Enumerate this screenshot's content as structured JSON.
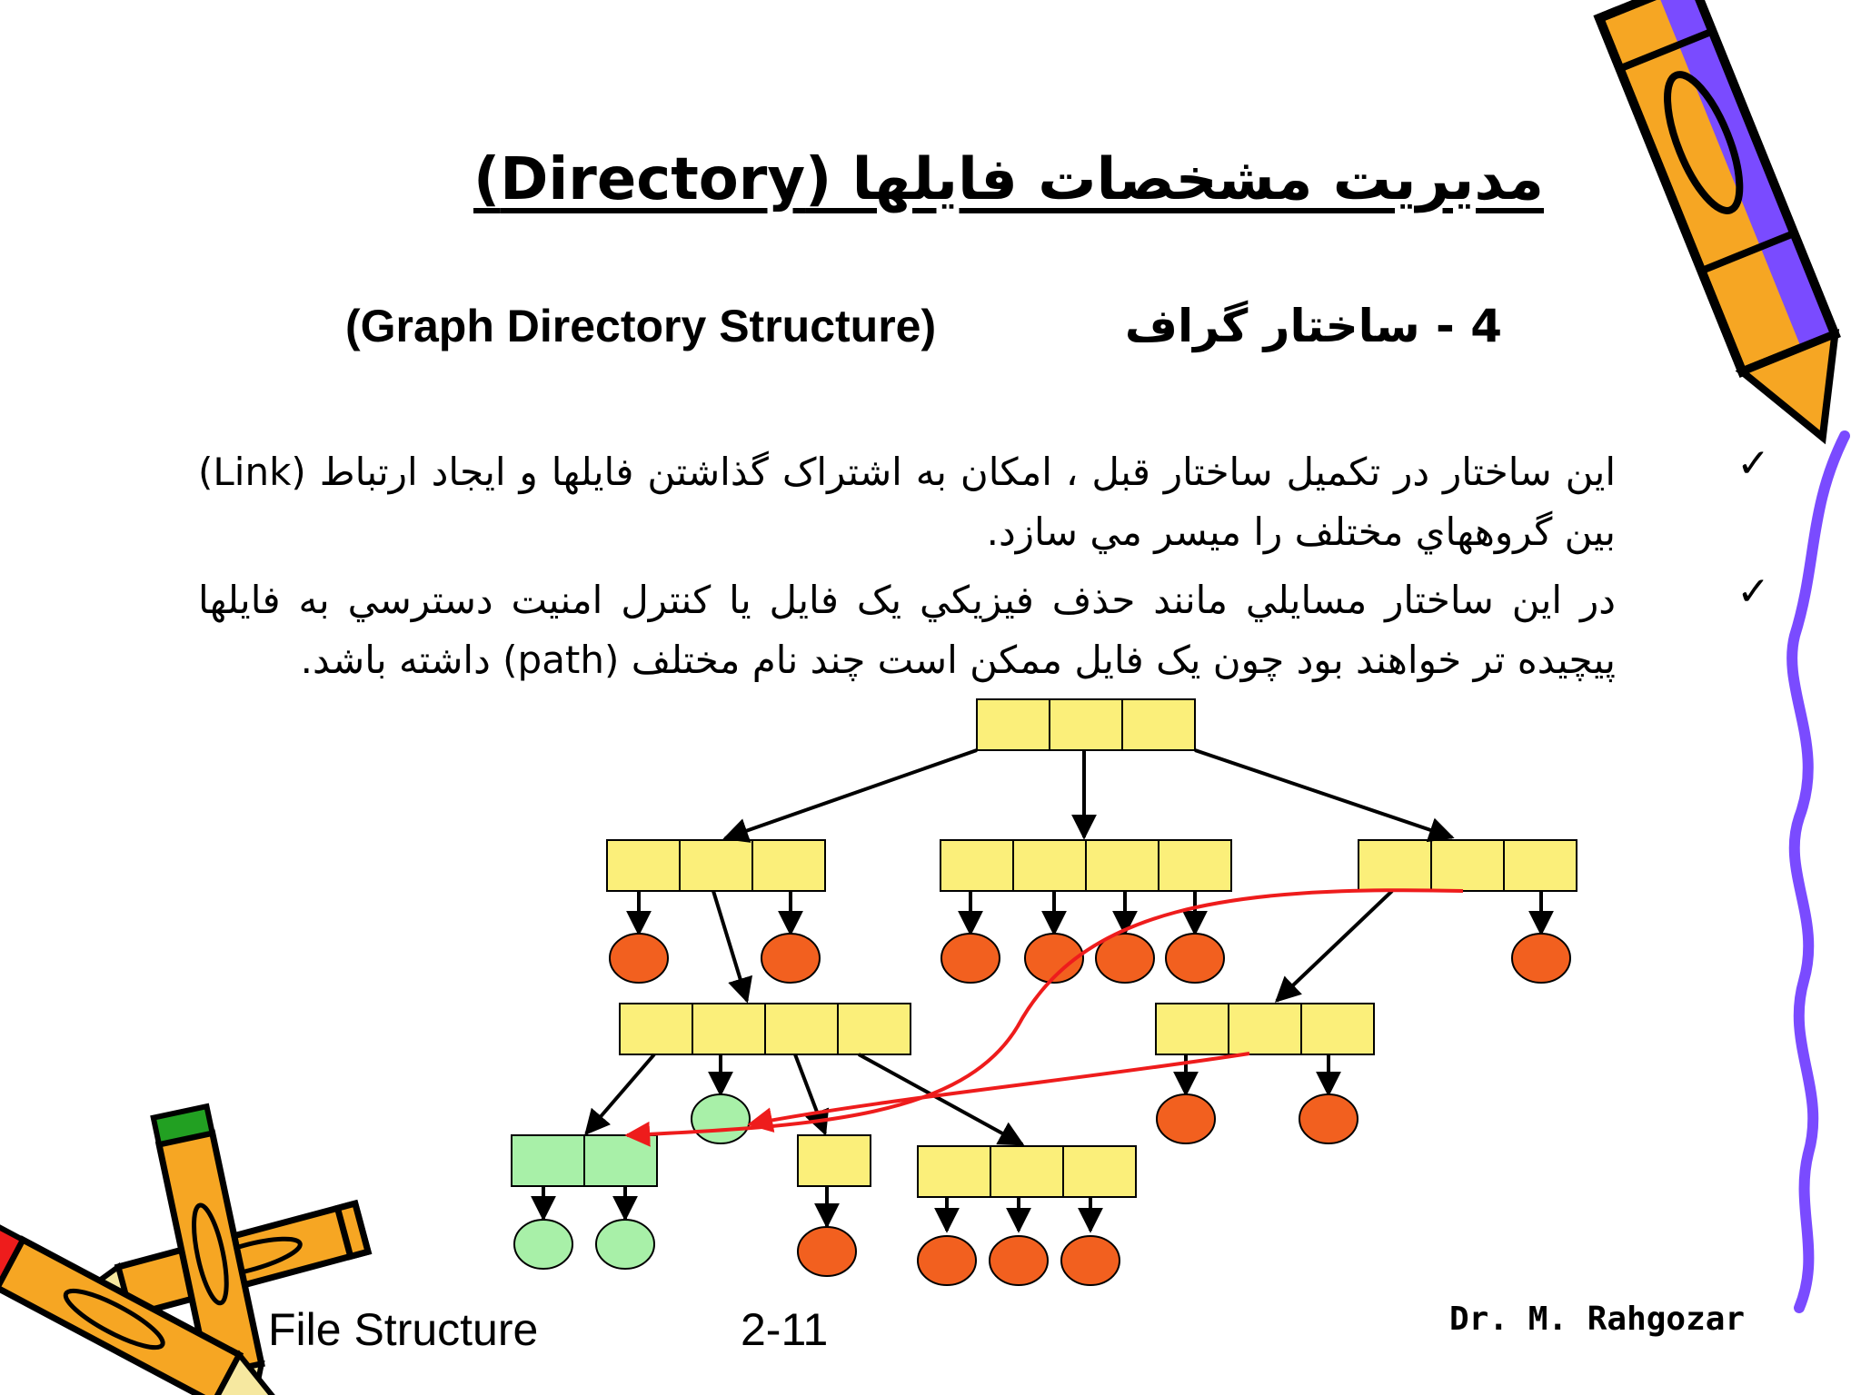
{
  "slide": {
    "title": "مديريت مشخصات فايلها  (Directory)",
    "subtitle_en": "(Graph Directory Structure)",
    "subtitle_fa": "4 - ساختار گراف",
    "bullets": [
      "اين ساختار در تکميل ساختار قبل ، امکان به اشتراک گذاشتن فايلها و ايجاد ارتباط (Link) بين گروههاي مختلف را ميسر مي سازد.",
      "در اين ساختار مسايلي مانند حذف فيزيکي يک فايل يا کنترل امنيت دسترسي به فايلها پيچيده تر خواهند بود چون يک فايل ممکن است چند نام مختلف (path) داشته باشد."
    ],
    "check_glyph": "✓",
    "footer": {
      "left": "File Structure",
      "center": "2-11",
      "right": "Dr. M. Rahgozar"
    }
  },
  "colors": {
    "node_yellow": "#fbef7a",
    "node_green": "#a8f0a8",
    "file_orange": "#f2601f",
    "link_red": "#ee1c1c",
    "squiggle_purple": "#7a4bff",
    "pencil_orange": "#f6a623"
  },
  "icons": [
    "pencil-icon",
    "crossed-pencils-icon",
    "check-icon"
  ]
}
